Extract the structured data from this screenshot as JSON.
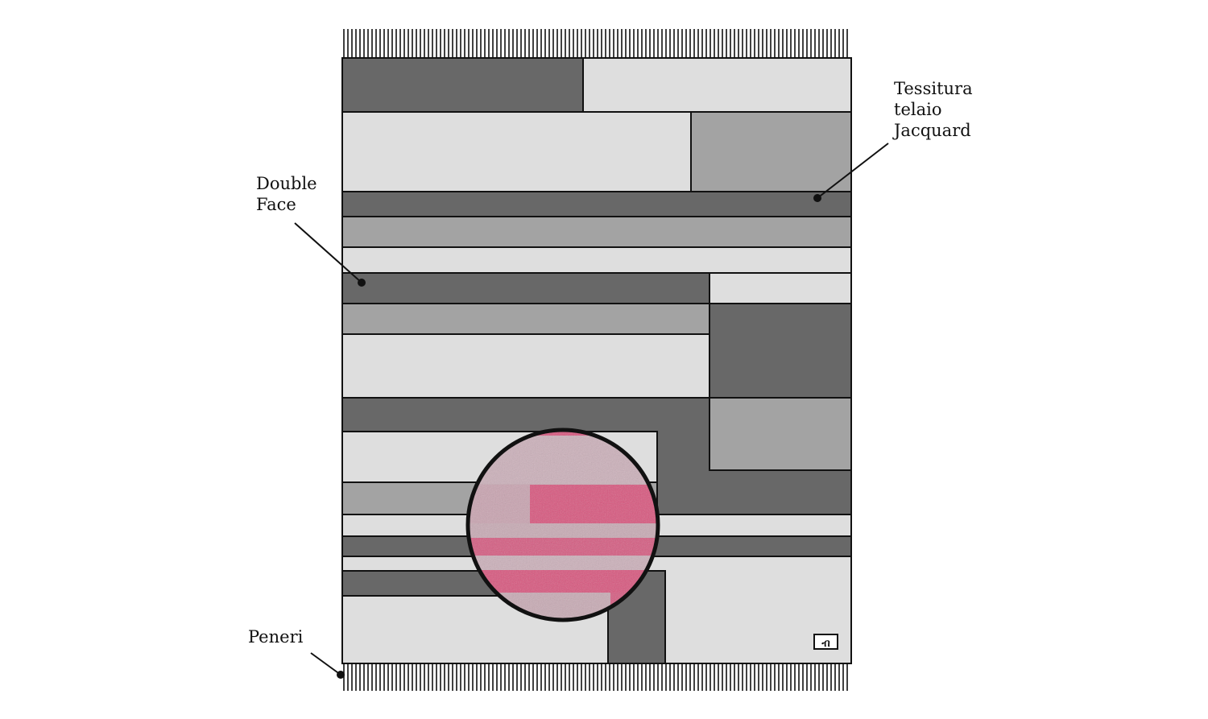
{
  "labels": {
    "jacquard": "Tessitura\ntelaio\nJacquard",
    "double_face": "Double\nFace",
    "peneri": "Peneri"
  },
  "logo": {
    "icon": "brand-mark-icon",
    "glyph": "ብ"
  },
  "colors": {
    "dark": "#686868",
    "medium": "#a3a3a3",
    "light": "#dedede",
    "outline": "#111111",
    "swatch_pink": "#d9557d",
    "swatch_grey": "#c8aab4"
  }
}
